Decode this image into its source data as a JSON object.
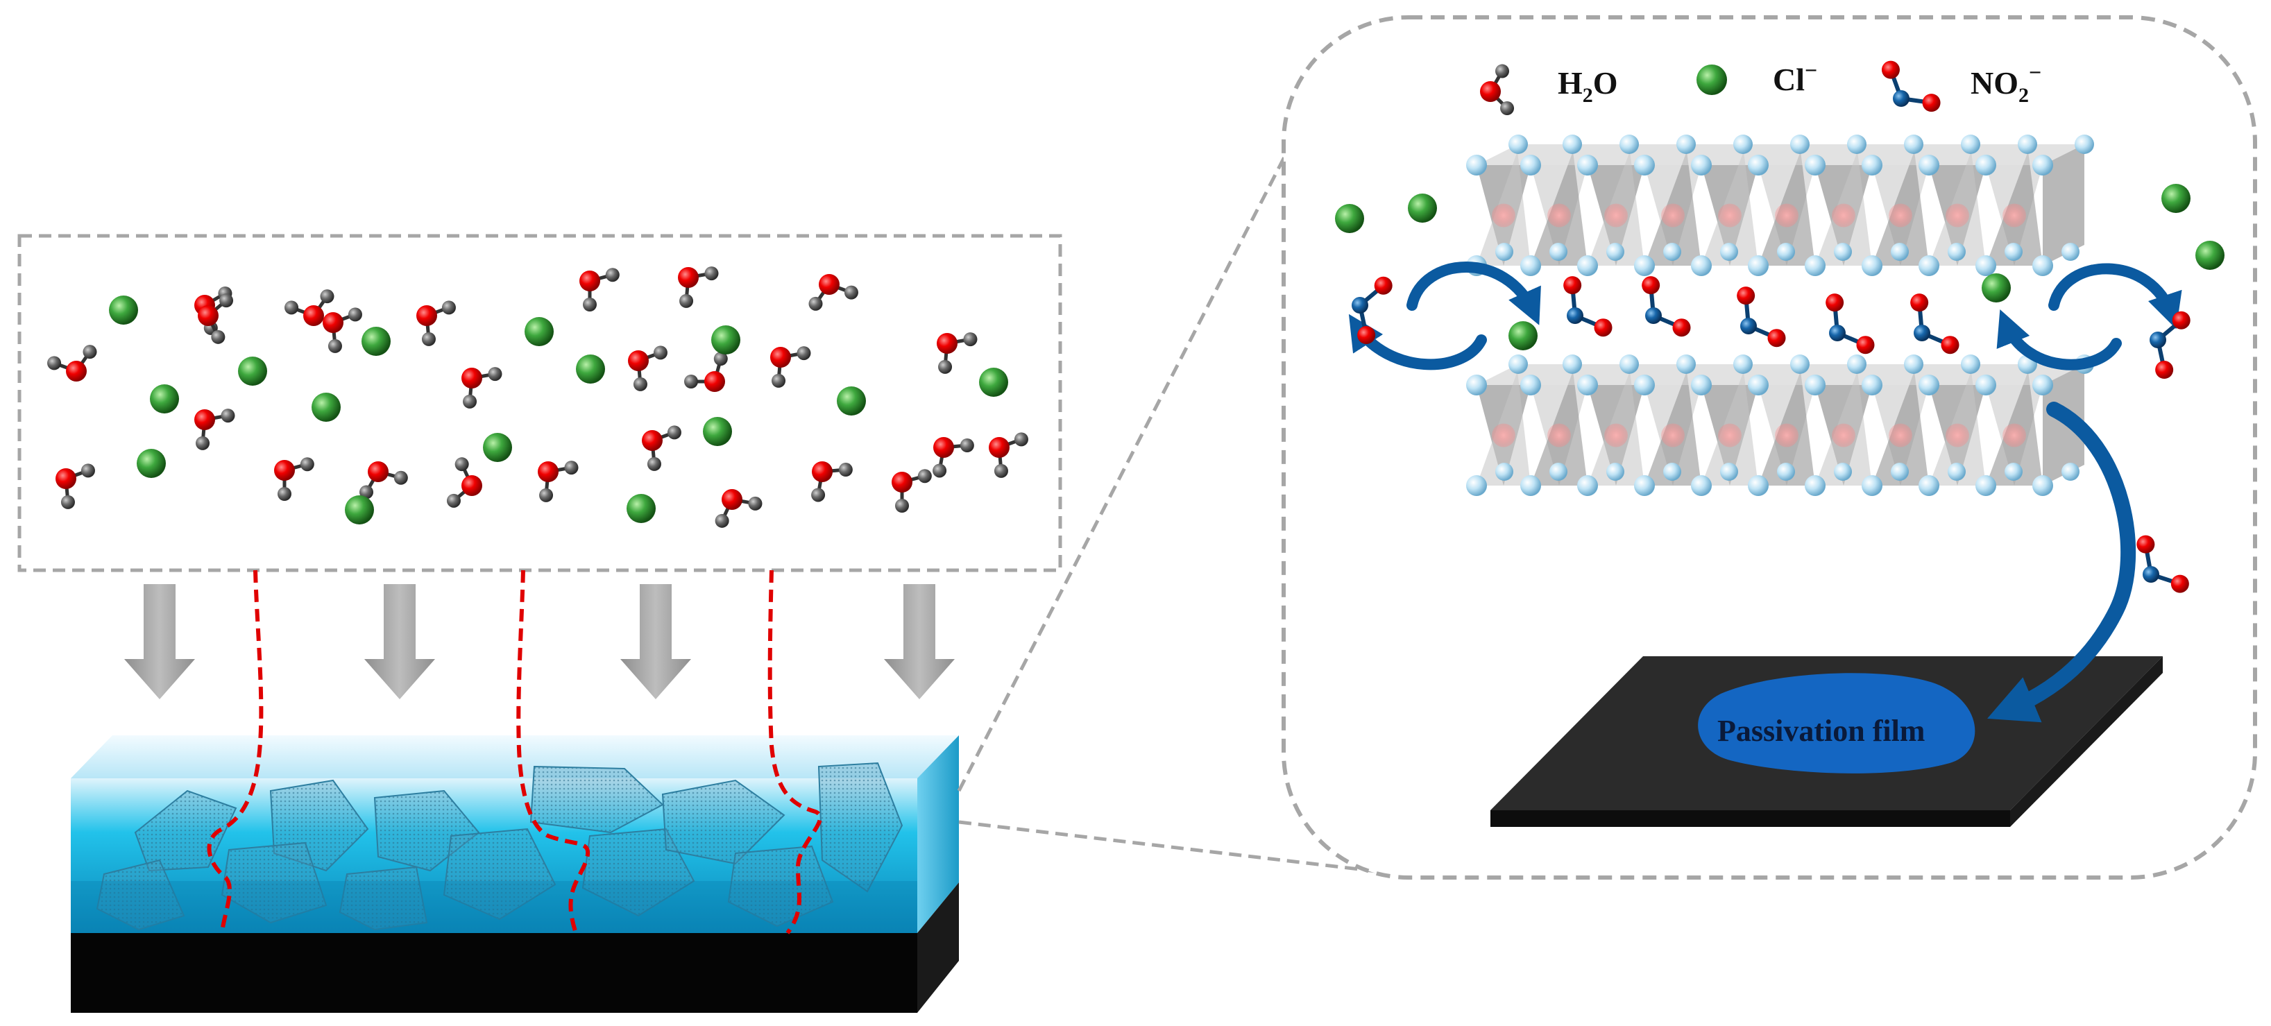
{
  "legend": {
    "water": {
      "base": "H",
      "sub": "2",
      "rest": "O"
    },
    "chloride": {
      "base": "Cl",
      "sup": "−"
    },
    "nitrite": {
      "base": "NO",
      "sub": "2",
      "sup": "−"
    }
  },
  "passivation_label": "Passivation film",
  "colors": {
    "oxygen": "#e60000",
    "hydrogen": "#555555",
    "chloride": "#2e8b2e",
    "nitrogen": "#0b4f8a",
    "lattice_node": "#bfe3f5",
    "crack_path": "#e00000",
    "coating": "#1fb3e0",
    "substrate": "#0a0a0a",
    "curved_arrow": "#0b5aa0",
    "film": "#1466c2",
    "steel_plate": "#2b2b2b"
  }
}
